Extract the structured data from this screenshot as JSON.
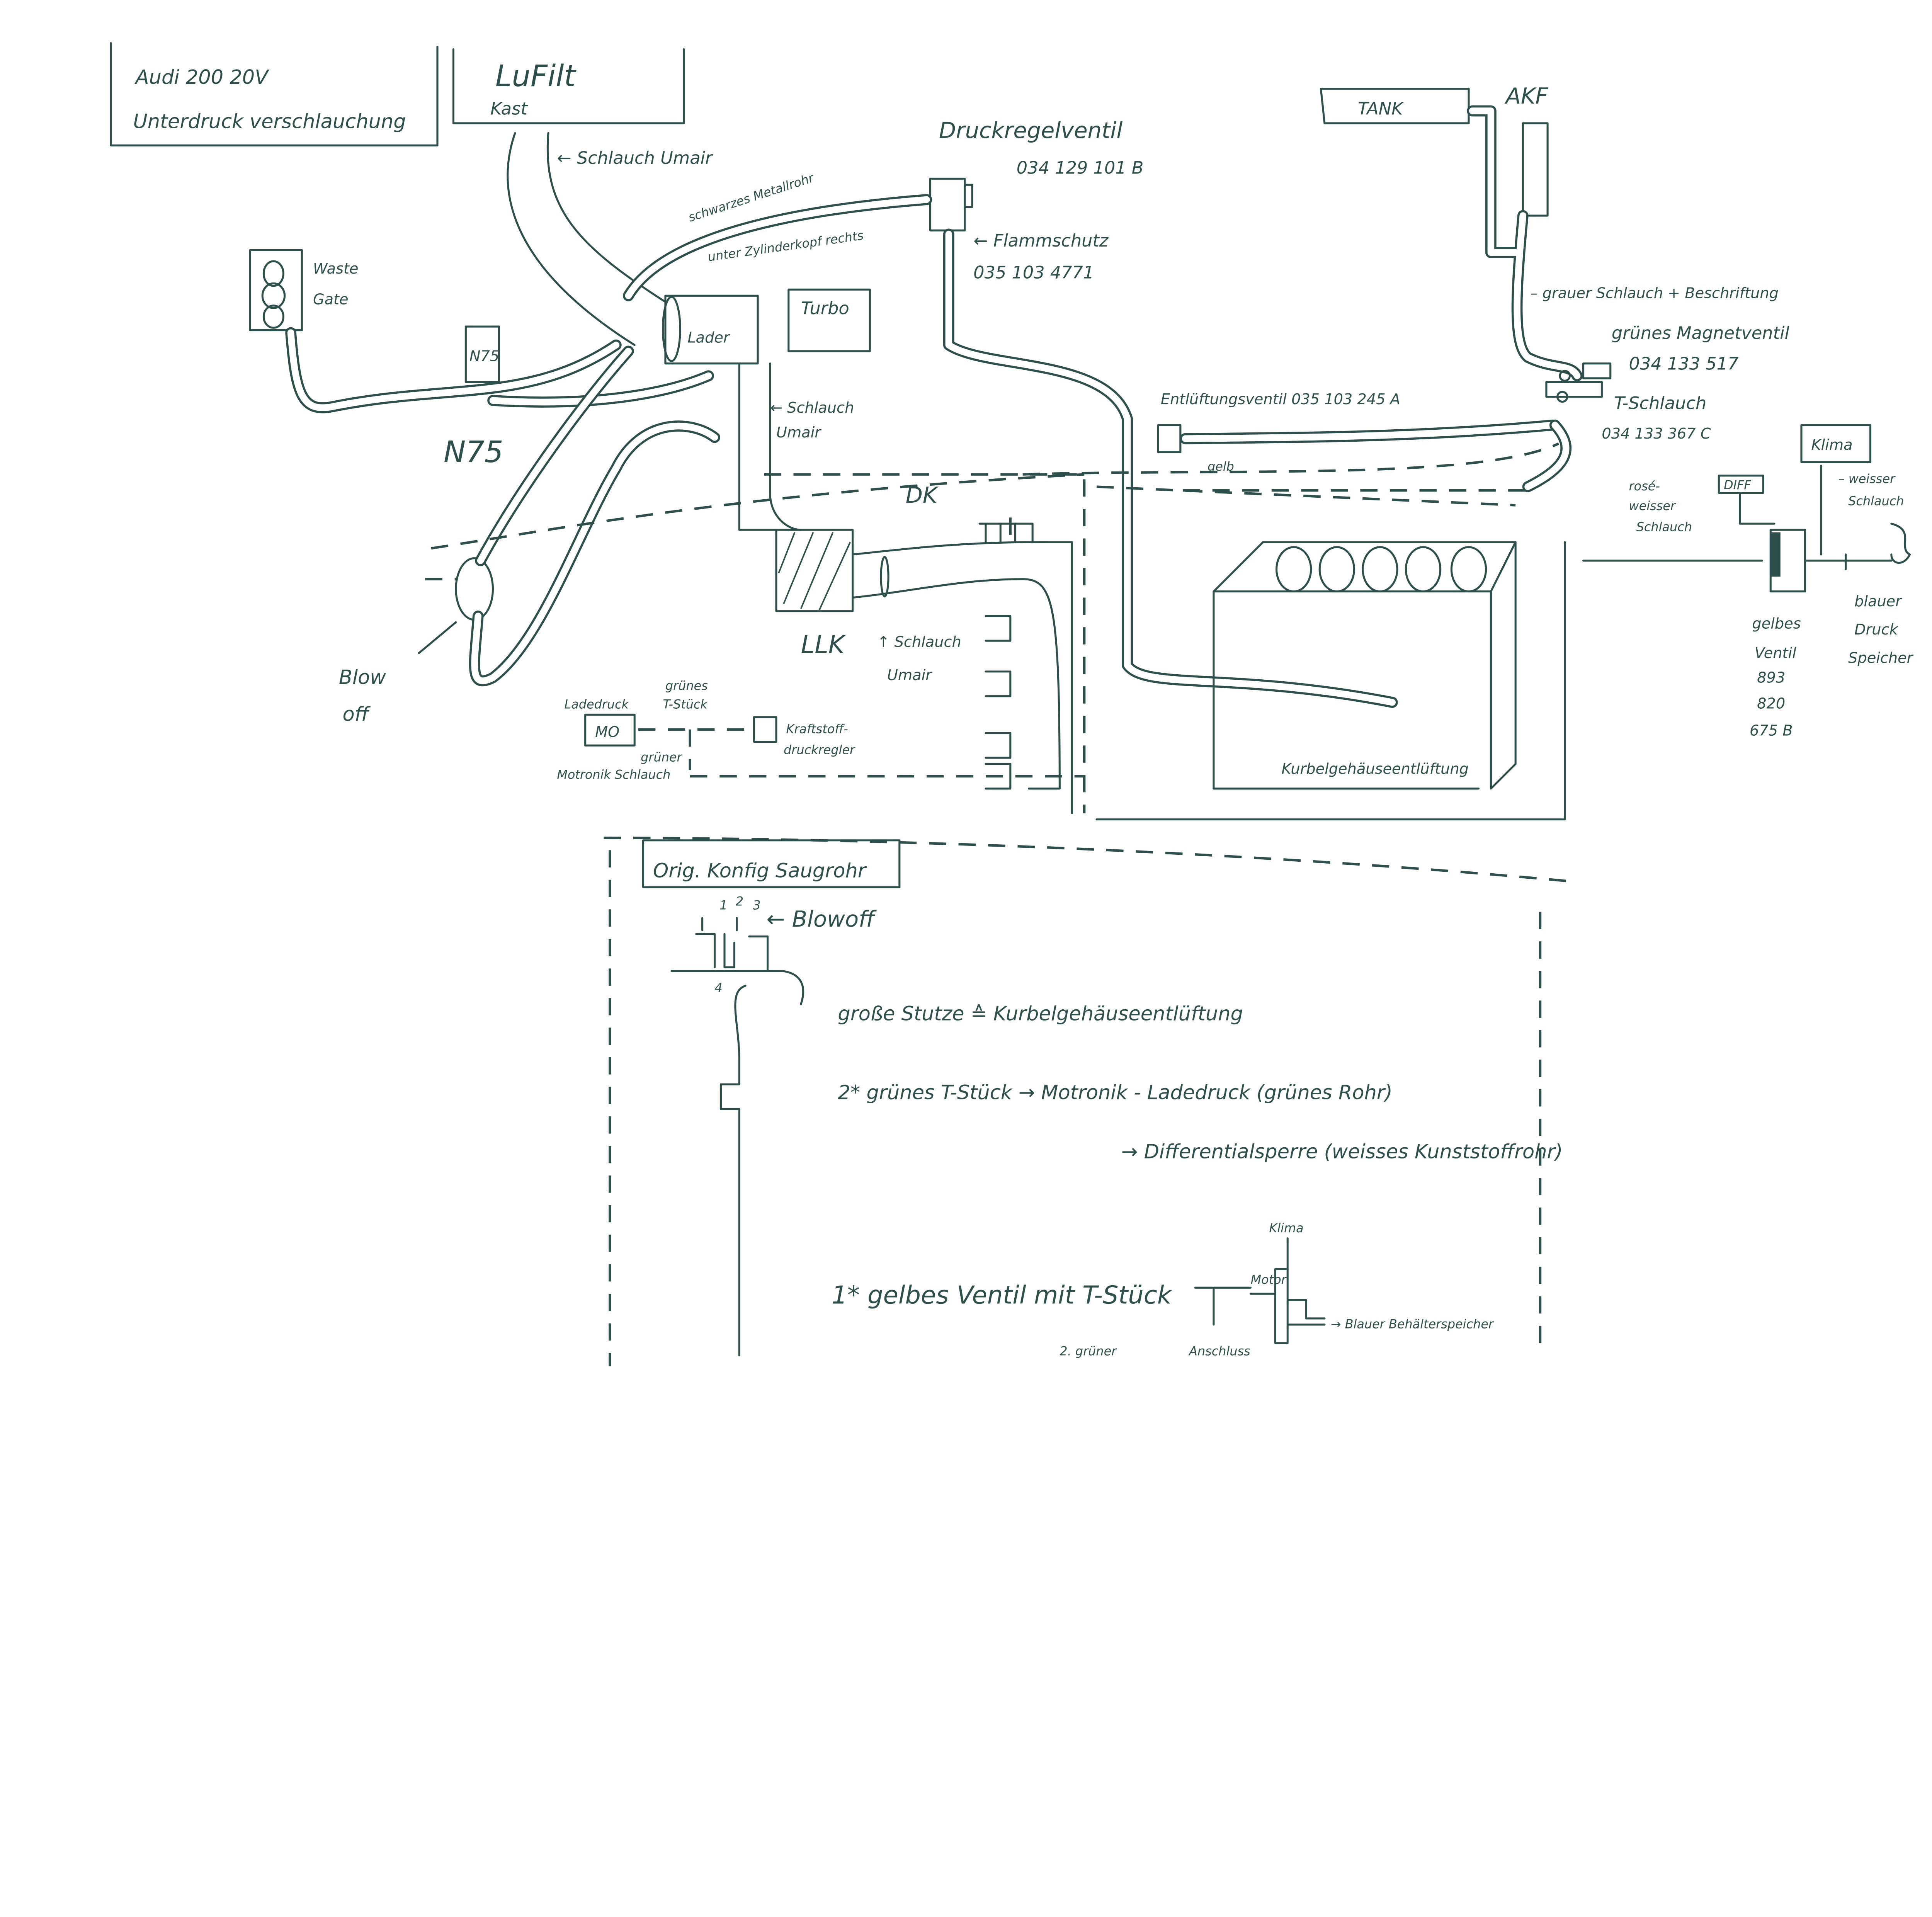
{
  "title": {
    "line1": "Audi 200 20V",
    "line2": "Unterdruck verschlauchung"
  },
  "air_filter": {
    "line1": "LuFilt",
    "line2": "Kast"
  },
  "labels": {
    "schlauch_umair_top": "← Schlauch Umair",
    "druckregelventil": "Druckregelventil",
    "druckregelventil_nr": "034 129 101 B",
    "flammschutz": "← Flammschutz",
    "flammschutz_nr": "035 103 4771",
    "schwarzes_metallrohr": "schwarzes Metallrohr",
    "unter_zylinderkopf": "unter Zylinderkopf rechts",
    "waste_gate_1": "Waste",
    "waste_gate_2": "Gate",
    "n75_box": "N75",
    "n75_big": "N75",
    "lader": "Lader",
    "turbo": "Turbo",
    "schlauch_umair_mid_1": "← Schlauch",
    "schlauch_umair_mid_2": "Umair",
    "dk": "DK",
    "llk": "LLK",
    "schlauch_umair_llk_1": "↑ Schlauch",
    "schlauch_umair_llk_2": "Umair",
    "blow_off_1": "Blow",
    "blow_off_2": "off",
    "ladedruck": "Ladedruck",
    "ladedruck_box": "MO",
    "gruenes_t_stueck_1": "grünes",
    "gruenes_t_stueck_2": "T-Stück",
    "gruener": "grüner",
    "motronik_schlauch": "Motronik Schlauch",
    "kraftstoff_1": "Kraftstoff-",
    "kraftstoff_2": "druckregler",
    "entlueftungsventil": "Entlüftungsventil 035 103 245 A",
    "gelb": "gelb",
    "kurbelgehaeuse": "Kurbelgehäuseentlüftung",
    "tank": "TANK",
    "akf": "AKF",
    "grauer_schlauch": "– grauer Schlauch + Beschriftung",
    "magnetventil": "grünes Magnetventil",
    "magnetventil_nr": "034 133 517",
    "t_schlauch": "T-Schlauch",
    "t_schlauch_nr": "034 133 367 C",
    "klima": "Klima",
    "weisser_schlauch_1": "– weisser",
    "weisser_schlauch_2": "Schlauch",
    "diff": "DIFF",
    "rose_1": "rosé-",
    "rose_2": "weisser",
    "rose_3": "Schlauch",
    "gelbes_ventil_1": "gelbes",
    "gelbes_ventil_2": "Ventil",
    "gelbes_ventil_3": "893",
    "gelbes_ventil_4": "820",
    "gelbes_ventil_5": "675 B",
    "blauer_1": "blauer",
    "blauer_2": "Druck",
    "blauer_3": "Speicher"
  },
  "lower": {
    "orig_konfig": "Orig. Konfig Saugrohr",
    "port_1": "1",
    "port_2": "2",
    "port_3": "3",
    "port_4": "4",
    "blowoff": "← Blowoff",
    "note_1": "große Stutze ≙ Kurbelgehäuseentlüftung",
    "note_2": "2* grünes T-Stück → Motronik - Ladedruck (grünes Rohr)",
    "note_3": "→ Differentialsperre (weisses Kunststoffrohr)",
    "note_4": "1* gelbes Ventil mit T-Stück",
    "mini_motor": "Motor",
    "mini_klima": "Klima",
    "mini_behaelter": "→ Blauer Behälterspeicher",
    "mini_gruener": "2. grüner",
    "mini_anschluss": "Anschluss"
  }
}
